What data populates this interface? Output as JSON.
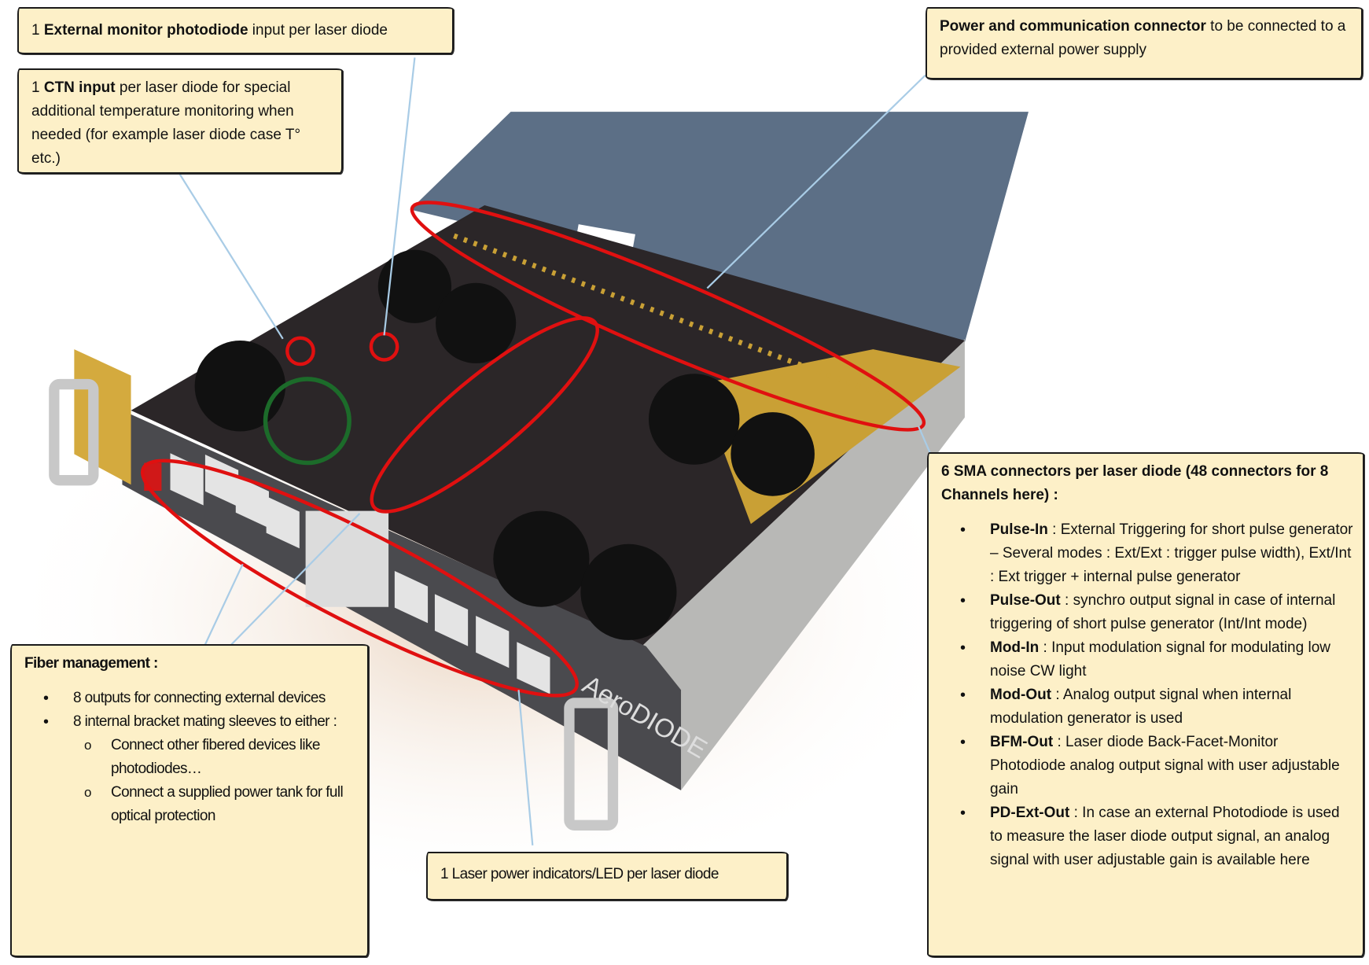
{
  "colors": {
    "note_bg": "#fdf0c8",
    "highlight_ring": "#e01010",
    "leader_line": "#a9cce6",
    "board": "#2b2628",
    "gold_pcb": "#c9a035",
    "lid": "#5c6f86"
  },
  "device": {
    "brand_text": "AeroDIODE"
  },
  "notes": {
    "monitor_pd": {
      "bold": "External monitor photodiode",
      "prefix": "1 ",
      "suffix": " input per laser diode"
    },
    "ctn": {
      "prefix": "1 ",
      "bold": "CTN input",
      "suffix": " per laser diode for special additional temperature monitoring when needed (for example laser diode case T° etc.)"
    },
    "power": {
      "bold": "Power and communication connector",
      "suffix": " to be connected to a provided external power supply"
    },
    "sma": {
      "title": "6 SMA connectors per laser diode (48 connectors for 8 Channels here) :",
      "items": [
        {
          "term": "Pulse-In",
          "desc": " : External Triggering for short pulse generator – Several modes : Ext/Ext : trigger pulse width), Ext/Int : Ext trigger + internal pulse generator"
        },
        {
          "term": "Pulse-Out",
          "desc": " : synchro output signal in case of internal triggering of short pulse generator (Int/Int mode)"
        },
        {
          "term": "Mod-In",
          "desc": " : Input modulation signal for modulating low noise CW light"
        },
        {
          "term": "Mod-Out",
          "desc": " : Analog output signal when internal modulation generator is used"
        },
        {
          "term": "BFM-Out",
          "desc": " : Laser diode Back-Facet-Monitor Photodiode analog output signal with user adjustable gain"
        },
        {
          "term": "PD-Ext-Out",
          "desc": " : In case an external Photodiode is used to measure the laser diode output signal, an analog signal with user adjustable gain is available here"
        }
      ]
    },
    "fiber": {
      "title": "Fiber management :",
      "items": [
        "8 outputs for connecting external devices",
        "8 internal bracket mating sleeves to either :"
      ],
      "subitems": [
        "Connect other fibered devices like photodiodes…",
        "Connect a supplied power tank for full optical protection"
      ]
    },
    "led": {
      "text": "1 Laser power indicators/LED per laser diode"
    }
  }
}
